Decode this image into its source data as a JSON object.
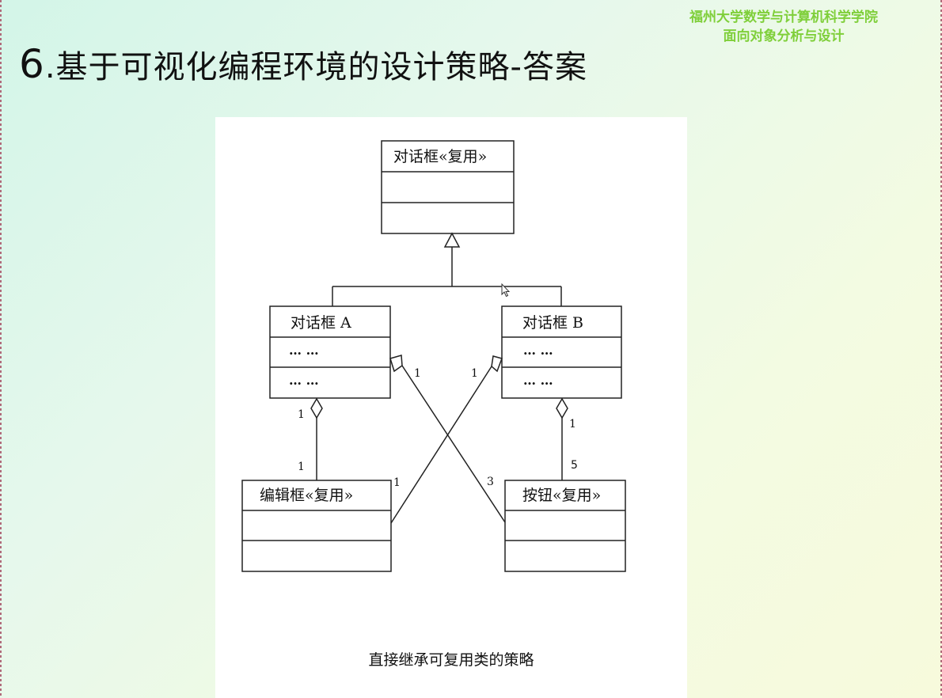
{
  "header": {
    "line1": "福州大学数学与计算机科学学院",
    "line2": "面向对象分析与设计"
  },
  "title": {
    "number": "6",
    "text": ".基于可视化编程环境的设计策略-答案"
  },
  "diagram": {
    "classes": {
      "dialog_reuse": {
        "name": "对话框«复用»"
      },
      "dialog_a": {
        "name": "对话框 A",
        "attr": "… …",
        "ops": "… …"
      },
      "dialog_b": {
        "name": "对话框 B",
        "attr": "… …",
        "ops": "… …"
      },
      "editbox": {
        "name": "编辑框«复用»"
      },
      "button": {
        "name": "按钮«复用»"
      }
    },
    "multiplicities": {
      "a_edit_top": "1",
      "a_edit_bottom": "1",
      "a_button_top": "1",
      "a_button_bottom": "3",
      "b_edit_top": "1",
      "b_edit_bottom": "1",
      "b_button_top": "1",
      "b_button_bottom": "5"
    },
    "caption": "直接继承可复用类的策略"
  },
  "colors": {
    "header": "#7fcf3a",
    "title": "#111111"
  }
}
